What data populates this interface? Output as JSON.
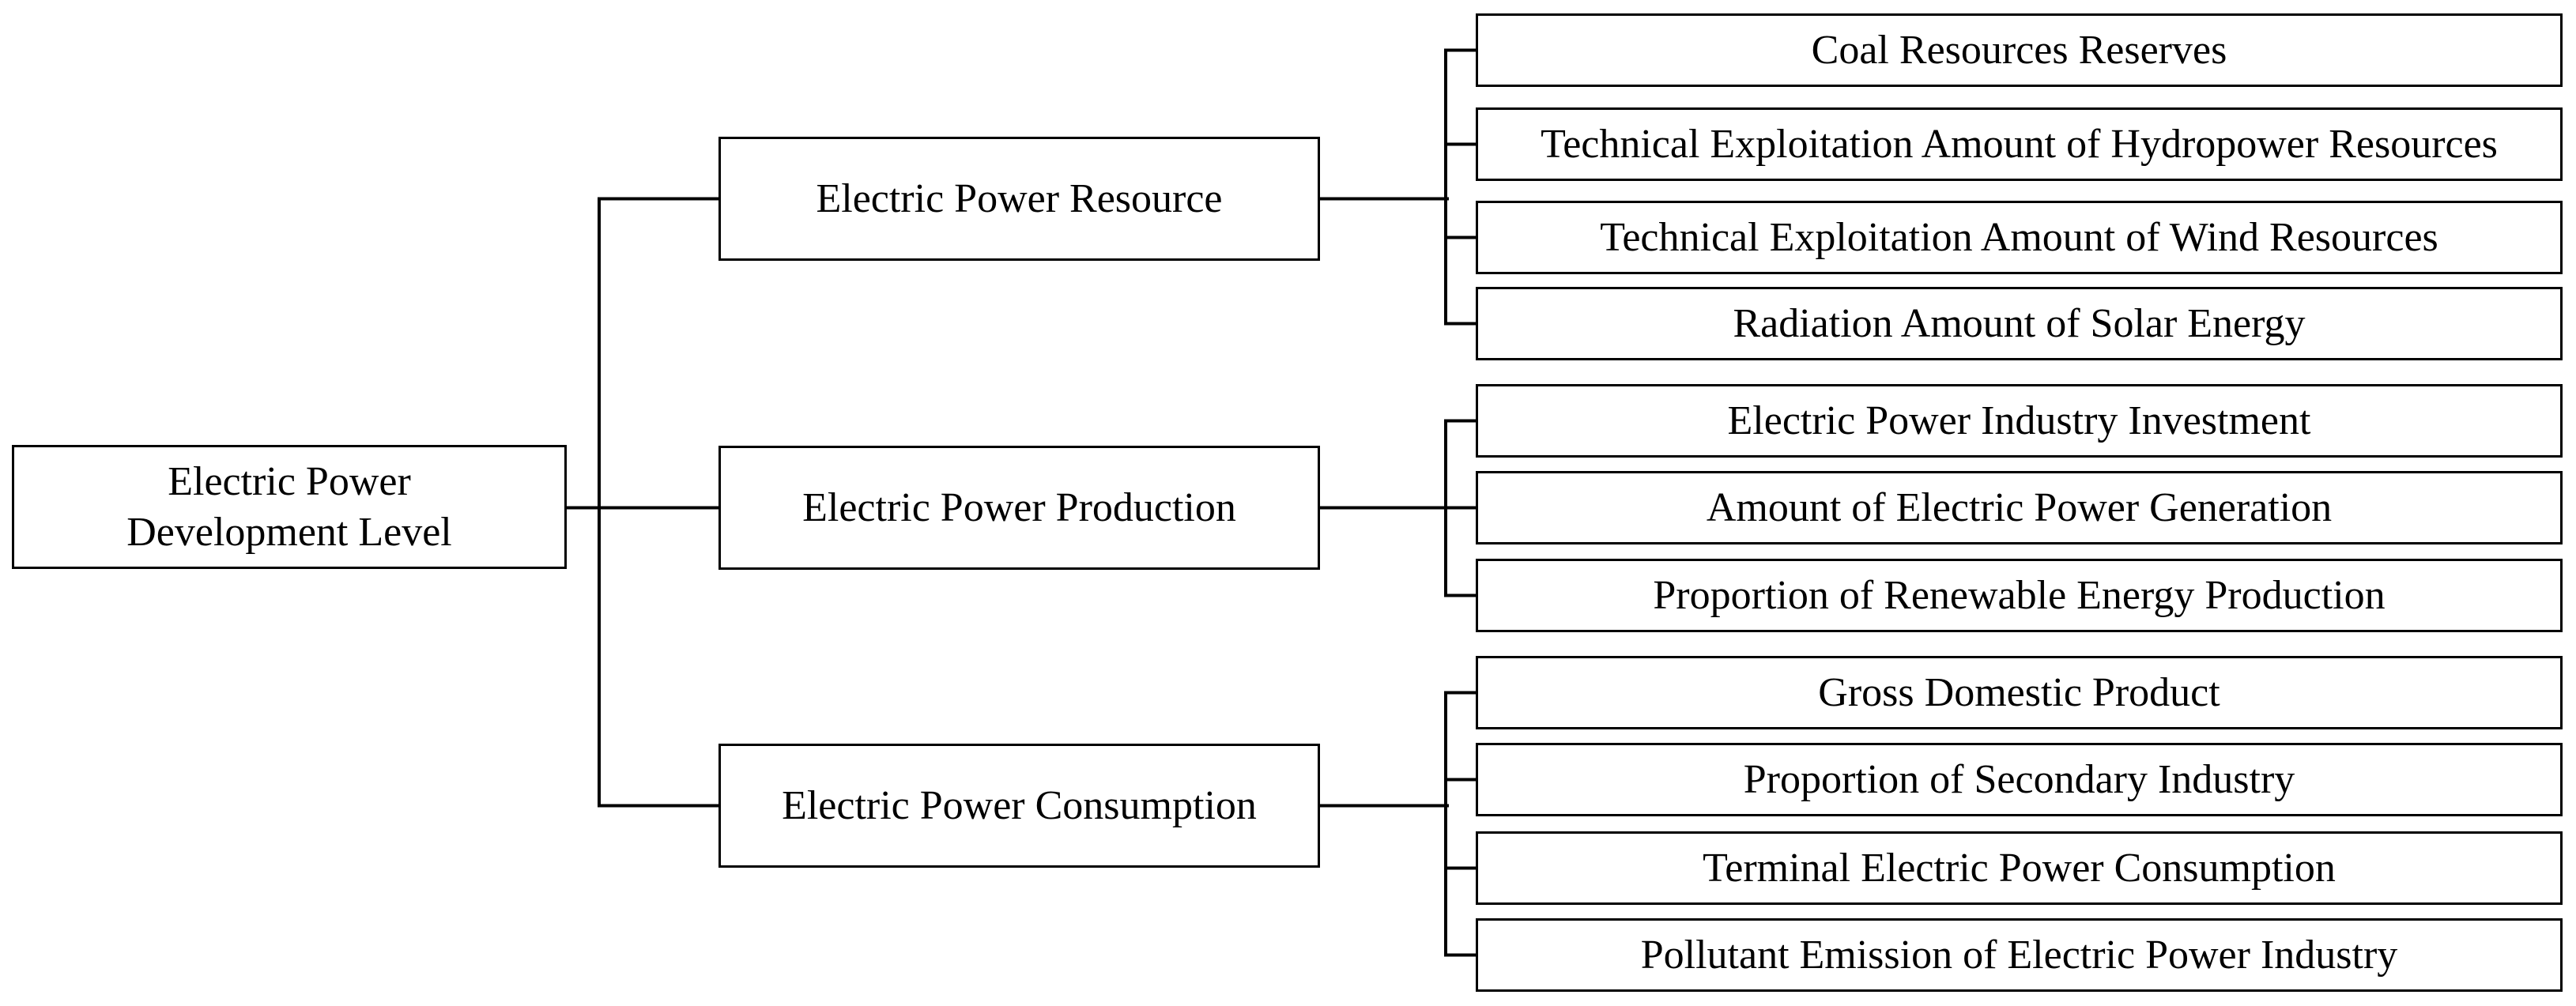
{
  "diagram": {
    "root": {
      "label": "Electric Power Development Level"
    },
    "branches": [
      {
        "label": "Electric Power Resource",
        "children": [
          "Coal Resources Reserves",
          "Technical Exploitation Amount of Hydropower Resources",
          "Technical Exploitation Amount of Wind Resources",
          "Radiation Amount of Solar Energy"
        ]
      },
      {
        "label": "Electric Power Production",
        "children": [
          "Electric Power Industry Investment",
          "Amount of Electric Power Generation",
          "Proportion of Renewable Energy Production"
        ]
      },
      {
        "label": "Electric Power Consumption",
        "children": [
          "Gross Domestic Product",
          "Proportion of Secondary Industry",
          "Terminal Electric Power Consumption",
          "Pollutant Emission of Electric Power Industry"
        ]
      }
    ],
    "colors": {
      "line": "#000000",
      "box_border": "#000000",
      "box_fill": "#ffffff",
      "background": "#ffffff",
      "text": "#000000"
    }
  }
}
